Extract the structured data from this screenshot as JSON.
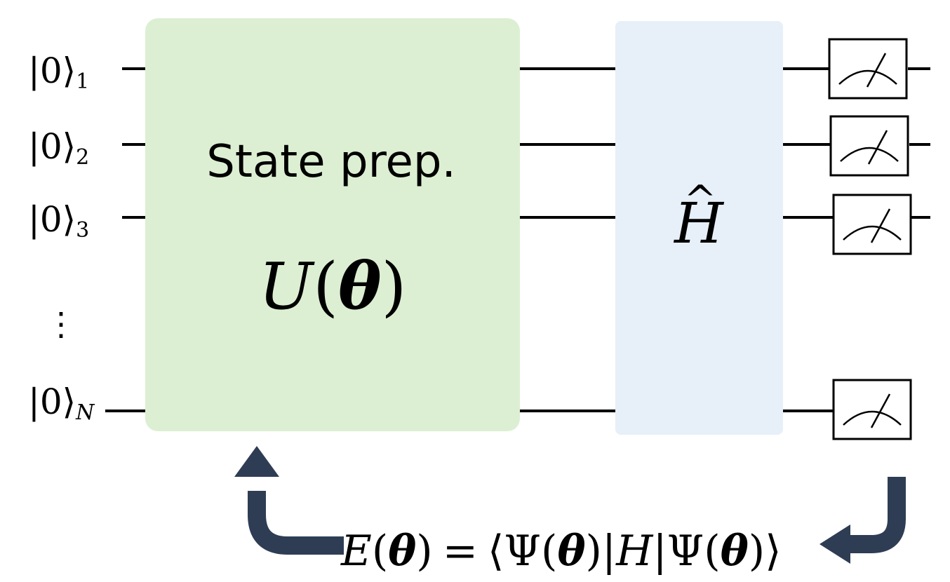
{
  "colors": {
    "state_prep_fill": "#dcefd3",
    "hamiltonian_fill": "#e7eff8",
    "wire": "#000000",
    "feedback_arrow": "#2e3d54",
    "meter_border": "#000000"
  },
  "qubits": [
    {
      "ket": "|0⟩",
      "subscript": "1"
    },
    {
      "ket": "|0⟩",
      "subscript": "2"
    },
    {
      "ket": "|0⟩",
      "subscript": "3"
    },
    {
      "ket": "|0⟩",
      "subscript": "N"
    }
  ],
  "ellipsis": "⋮",
  "state_prep": {
    "title": "State prep.",
    "operator_main": "U",
    "operator_open": "(",
    "operator_arg": "θ",
    "operator_close": ")"
  },
  "hamiltonian": {
    "symbol": "H",
    "hat": "^"
  },
  "energy": {
    "lhs_E": "E",
    "lhs_open": "(",
    "lhs_theta": "θ",
    "lhs_close": ")",
    "equals": "=",
    "lang": "⟨",
    "psi1": "Ψ",
    "open1": "(",
    "theta1": "θ",
    "close1": ")",
    "bar1": "|",
    "H": "H",
    "bar2": "|",
    "psi2": "Ψ",
    "open2": "(",
    "theta2": "θ",
    "close2": ")",
    "rang": "⟩"
  },
  "meters": {
    "count": 4,
    "icon": "measurement-meter-icon"
  }
}
